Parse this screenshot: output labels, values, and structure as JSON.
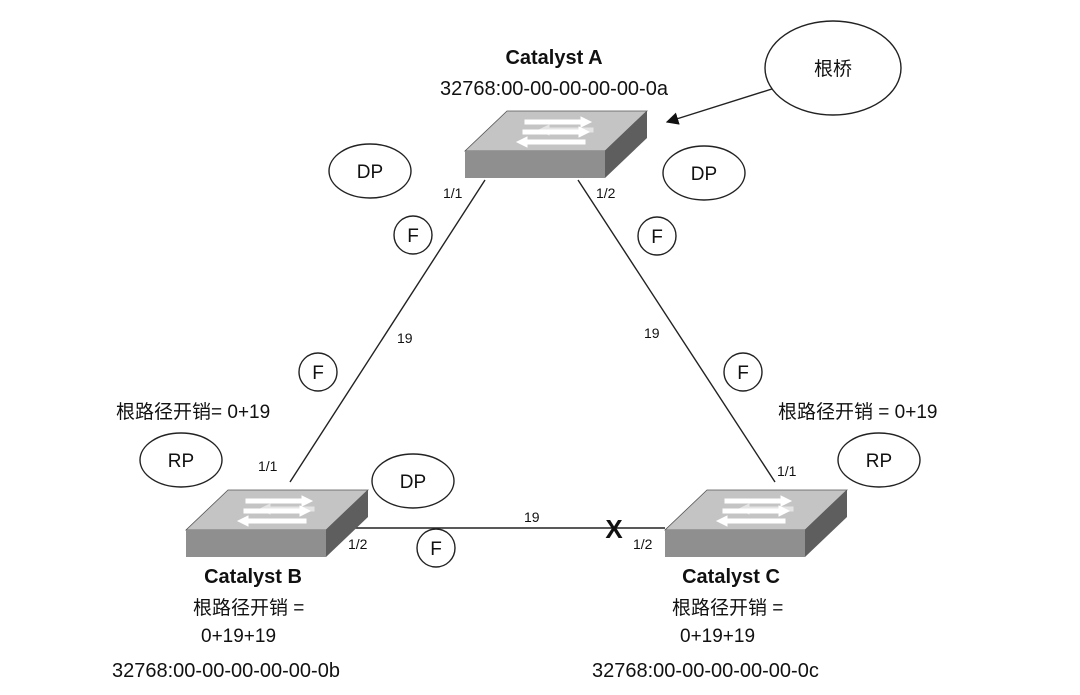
{
  "root_bridge_label": "根桥",
  "switches": {
    "a": {
      "name": "Catalyst A",
      "bridge_id": "32768:00-00-00-00-00-0a"
    },
    "b": {
      "name": "Catalyst B",
      "bridge_id": "32768:00-00-00-00-00-0b",
      "path_cost_label": "根路径开销 =",
      "path_cost_value": "0+19+19",
      "uplink_cost": "根路径开销= 0+19"
    },
    "c": {
      "name": "Catalyst C",
      "bridge_id": "32768:00-00-00-00-00-0c",
      "path_cost_label": "根路径开销 =",
      "path_cost_value": "0+19+19",
      "uplink_cost": "根路径开销 = 0+19"
    }
  },
  "ports": {
    "a_left": "1/1",
    "a_right": "1/2",
    "b_up": "1/1",
    "b_right": "1/2",
    "c_up": "1/1",
    "c_left": "1/2"
  },
  "link_costs": {
    "a_b": "19",
    "a_c": "19",
    "b_c": "19"
  },
  "roles": {
    "a_left": "DP",
    "a_right": "DP",
    "b_root": "RP",
    "b_designated": "DP",
    "c_root": "RP"
  },
  "states": {
    "a_b_top": "F",
    "a_b_bottom": "F",
    "a_c_top": "F",
    "a_c_bottom": "F",
    "b_c": "F"
  },
  "blocked_marker": "X",
  "colors": {
    "switch_top": "#c4c4c4",
    "switch_front": "#8f8f8f",
    "switch_side": "#5e5e5e",
    "line": "#222222"
  }
}
